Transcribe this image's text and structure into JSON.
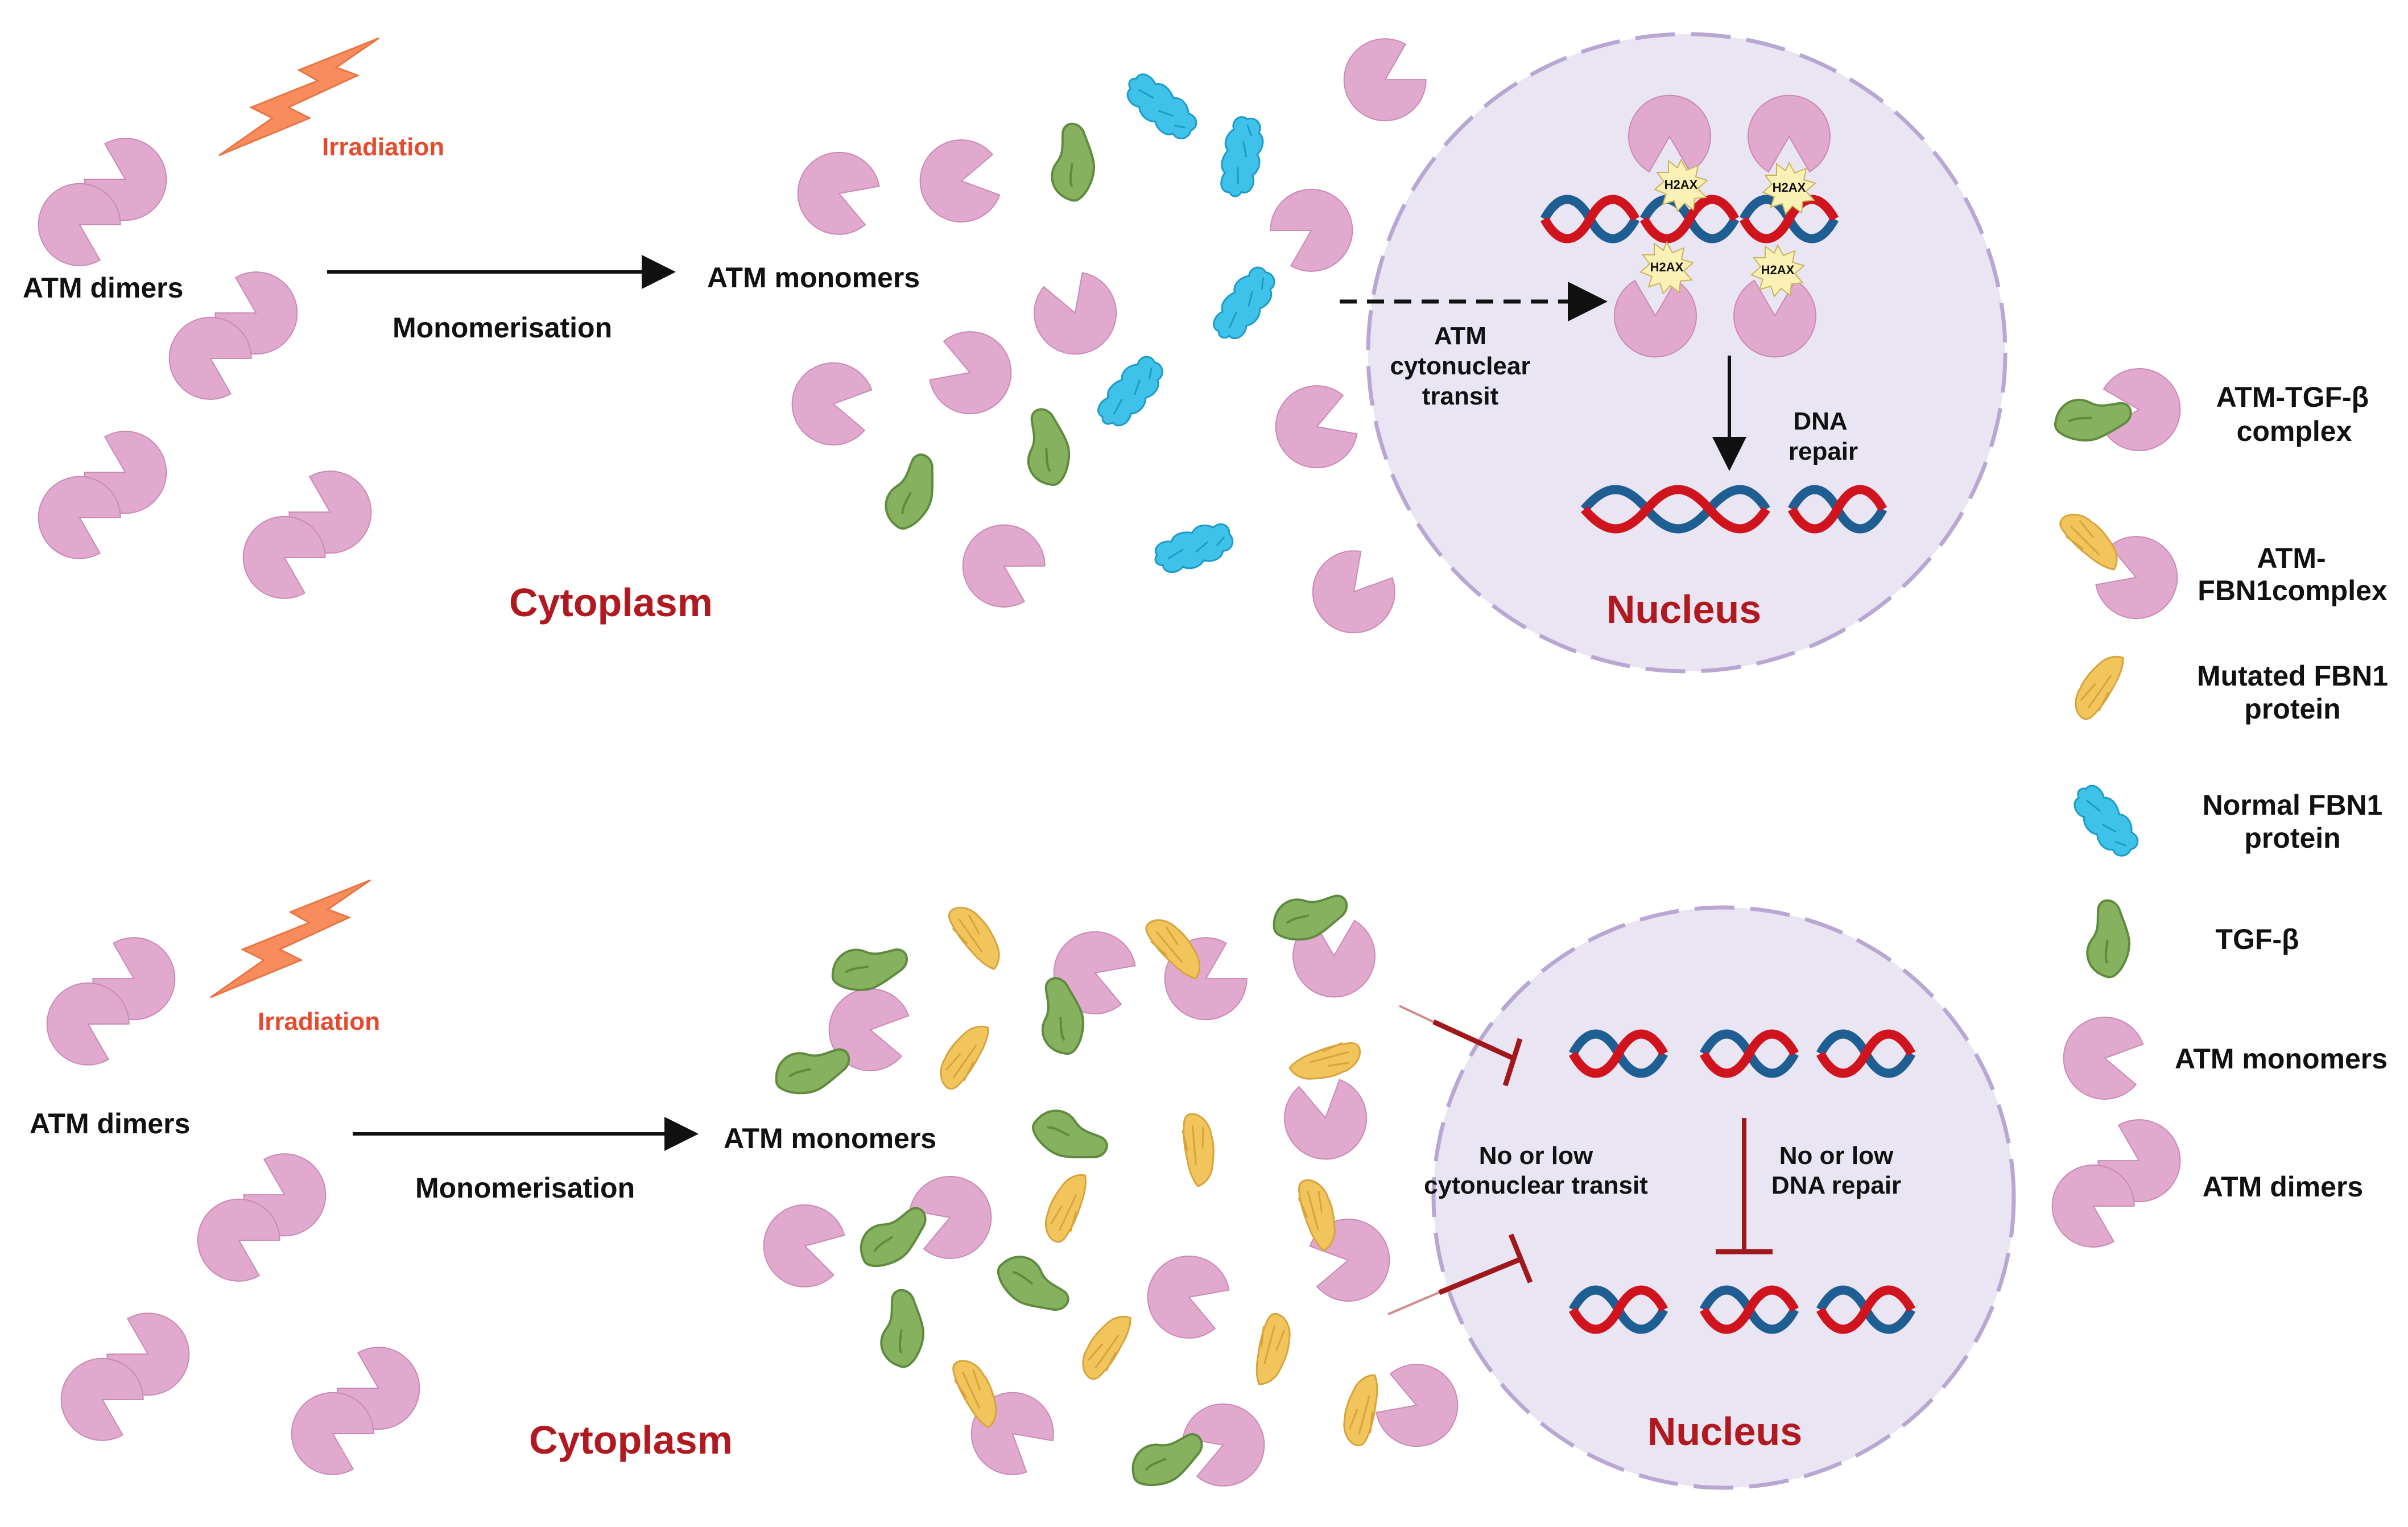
{
  "colors": {
    "atm": "#e2a9cf",
    "atm_stroke": "#c98ab4",
    "tgf": "#86b15e",
    "fbn1_normal": "#3fc2ea",
    "fbn1_mutated": "#f2c45c",
    "irradiation": "#f98c5c",
    "nucleus_fill": "#e9e5f2",
    "nucleus_edge": "#b9a7d3",
    "dna_red": "#d0141e",
    "dna_blue": "#1f5e93",
    "inhibit": "#a0171c",
    "region_label": "#b0191f",
    "irradiation_label": "#e64a2e",
    "h2ax_badge": "#fbf1b6"
  },
  "top_panel": {
    "irradiation_label": "Irradiation",
    "dimers_label": "ATM dimers",
    "monomerisation_label": "Monomerisation",
    "monomers_label": "ATM monomers",
    "transit_label": [
      "ATM",
      "cytonuclear",
      "transit"
    ],
    "dna_repair_label": [
      "DNA",
      "repair"
    ],
    "h2ax_label": "H2AX",
    "cytoplasm_label": "Cytoplasm",
    "nucleus_label": "Nucleus"
  },
  "bottom_panel": {
    "irradiation_label": "Irradiation",
    "dimers_label": "ATM dimers",
    "monomerisation_label": "Monomerisation",
    "monomers_label": "ATM monomers",
    "no_transit_label": [
      "No or low",
      "cytonuclear transit"
    ],
    "no_repair_label": [
      "No or low",
      "DNA repair"
    ],
    "cytoplasm_label": "Cytoplasm",
    "nucleus_label": "Nucleus"
  },
  "legend": [
    {
      "icon": "atm-tgf-beta-complex-icon",
      "label": [
        "ATM-TGF-β",
        "complex"
      ]
    },
    {
      "icon": "atm-fbn1-complex-icon",
      "label": [
        "ATM-",
        "FBN1complex"
      ]
    },
    {
      "icon": "mutated-fbn1-protein-icon",
      "label": [
        "Mutated FBN1",
        "protein"
      ]
    },
    {
      "icon": "normal-fbn1-protein-icon",
      "label": [
        "Normal FBN1",
        "protein"
      ]
    },
    {
      "icon": "tgf-beta-icon",
      "label": [
        "TGF-β"
      ]
    },
    {
      "icon": "atm-monomer-icon",
      "label": [
        "ATM monomers"
      ]
    },
    {
      "icon": "atm-dimer-icon",
      "label": [
        "ATM dimers"
      ]
    }
  ]
}
